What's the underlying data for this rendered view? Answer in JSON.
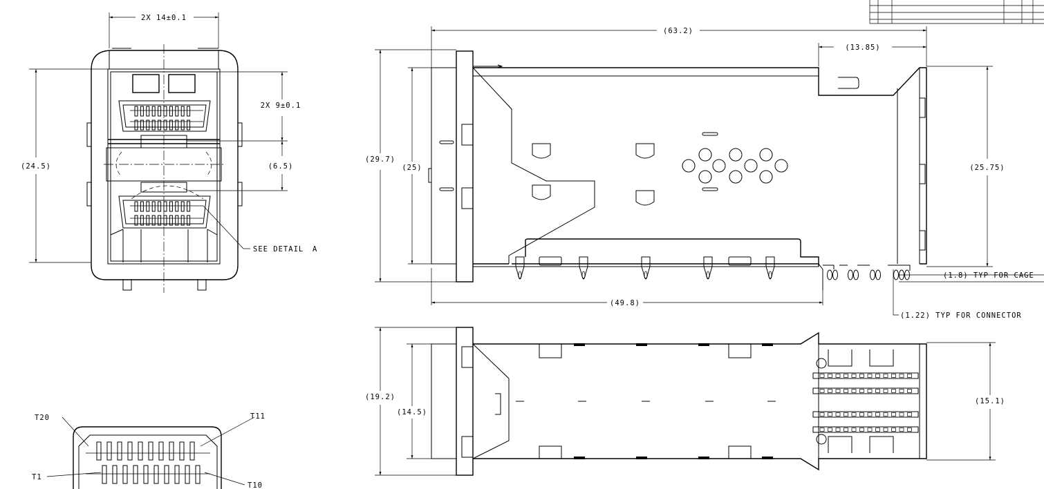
{
  "front_view": {
    "dim_width": "2X 14±0.1",
    "dim_port_pitch": "2X 9±0.1",
    "dim_height": "(24.5)",
    "dim_gap": "(6.5)",
    "callout_detail": "SEE DETAIL",
    "callout_detail_letter": "A"
  },
  "side_view": {
    "dim_overall_length": "(63.2)",
    "dim_rear_tab": "(13.85)",
    "dim_overall_height": "(29.7)",
    "dim_body_height": "(25)",
    "dim_right_height": "(25.75)",
    "dim_cage_offset": "(1.8) TYP FOR CAGE",
    "dim_connector_offset": "(1.22) TYP FOR CONNECTOR",
    "dim_bottom_length": "(49.8)"
  },
  "top_view": {
    "dim_overall_width": "(19.2)",
    "dim_inner_width": "(14.5)",
    "dim_right_width": "(15.1)"
  },
  "detail_view": {
    "pin_t20": "T20",
    "pin_t11": "T11",
    "pin_t1": "T1",
    "pin_t10": "T10"
  }
}
